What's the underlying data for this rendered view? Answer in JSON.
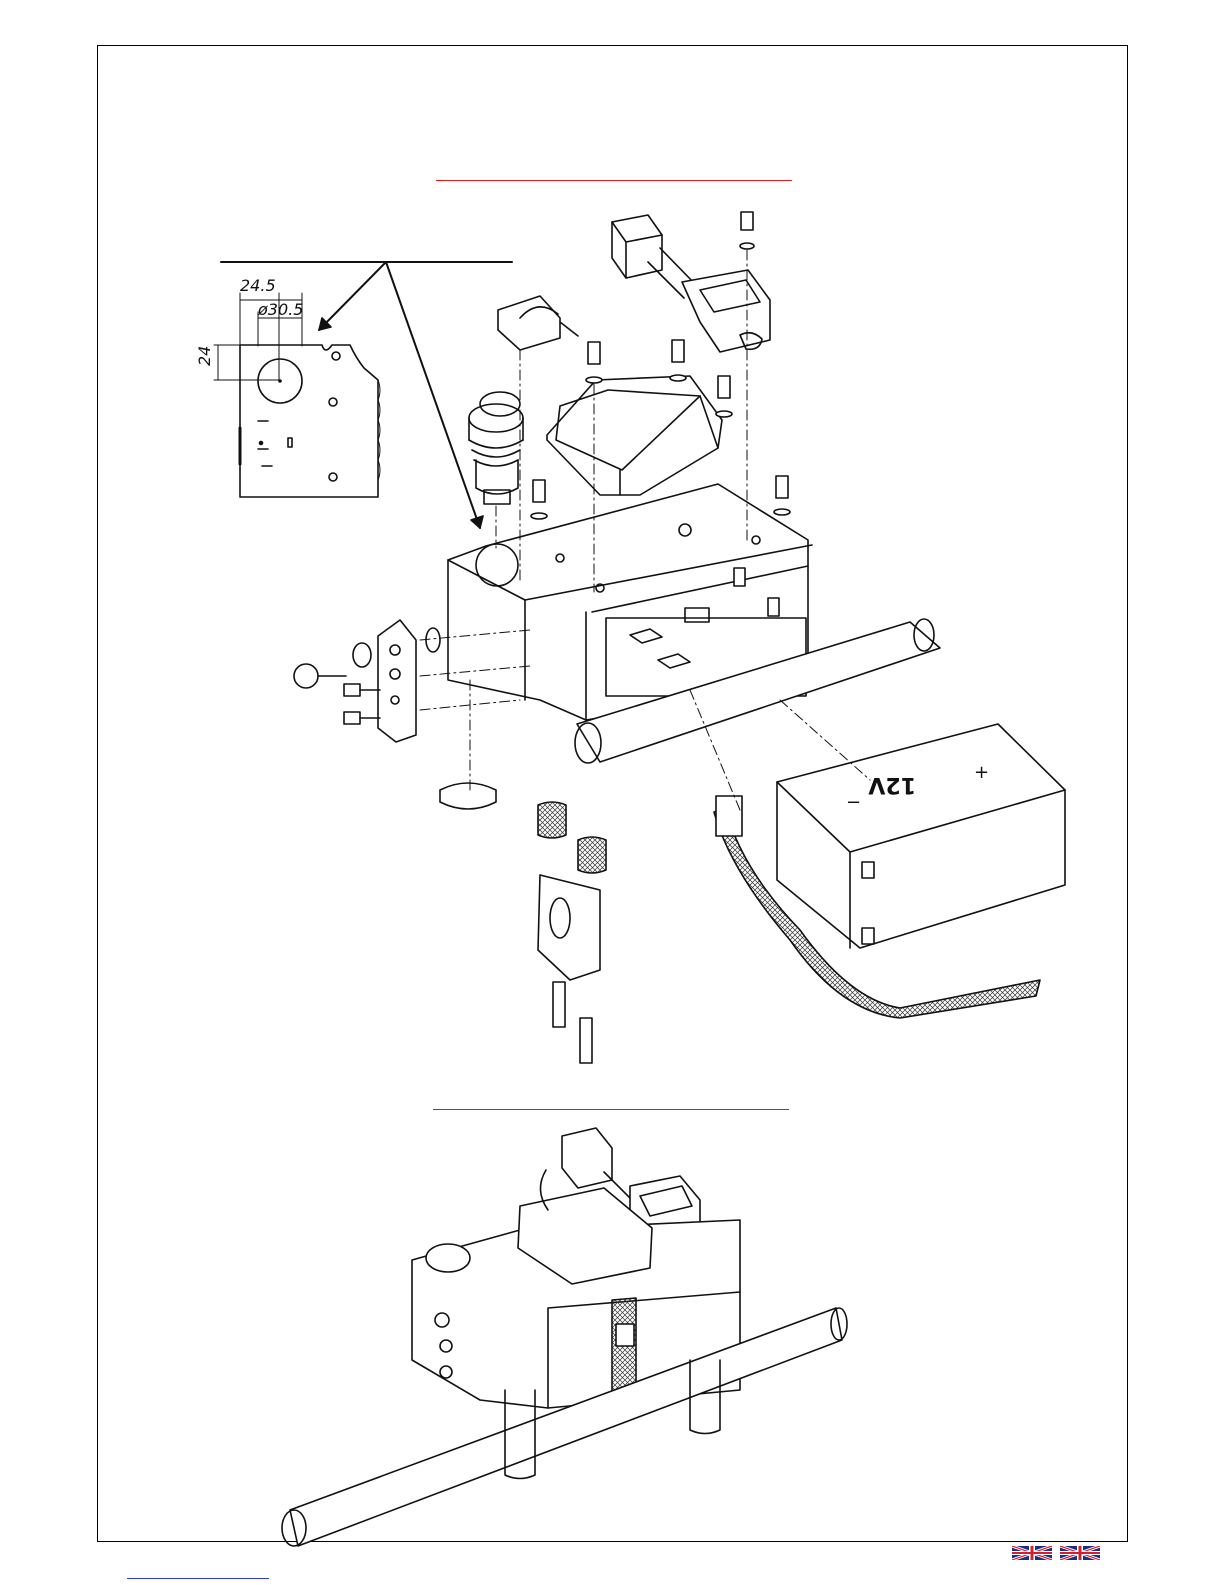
{
  "dimensions": {
    "width_label": "24.5",
    "diameter_label": "ø30.5",
    "height_label": "24"
  },
  "battery": {
    "voltage_label": "12V",
    "negative_label": "−",
    "positive_label": "+"
  },
  "icons": {
    "flag": "union-jack-flag-icon"
  }
}
